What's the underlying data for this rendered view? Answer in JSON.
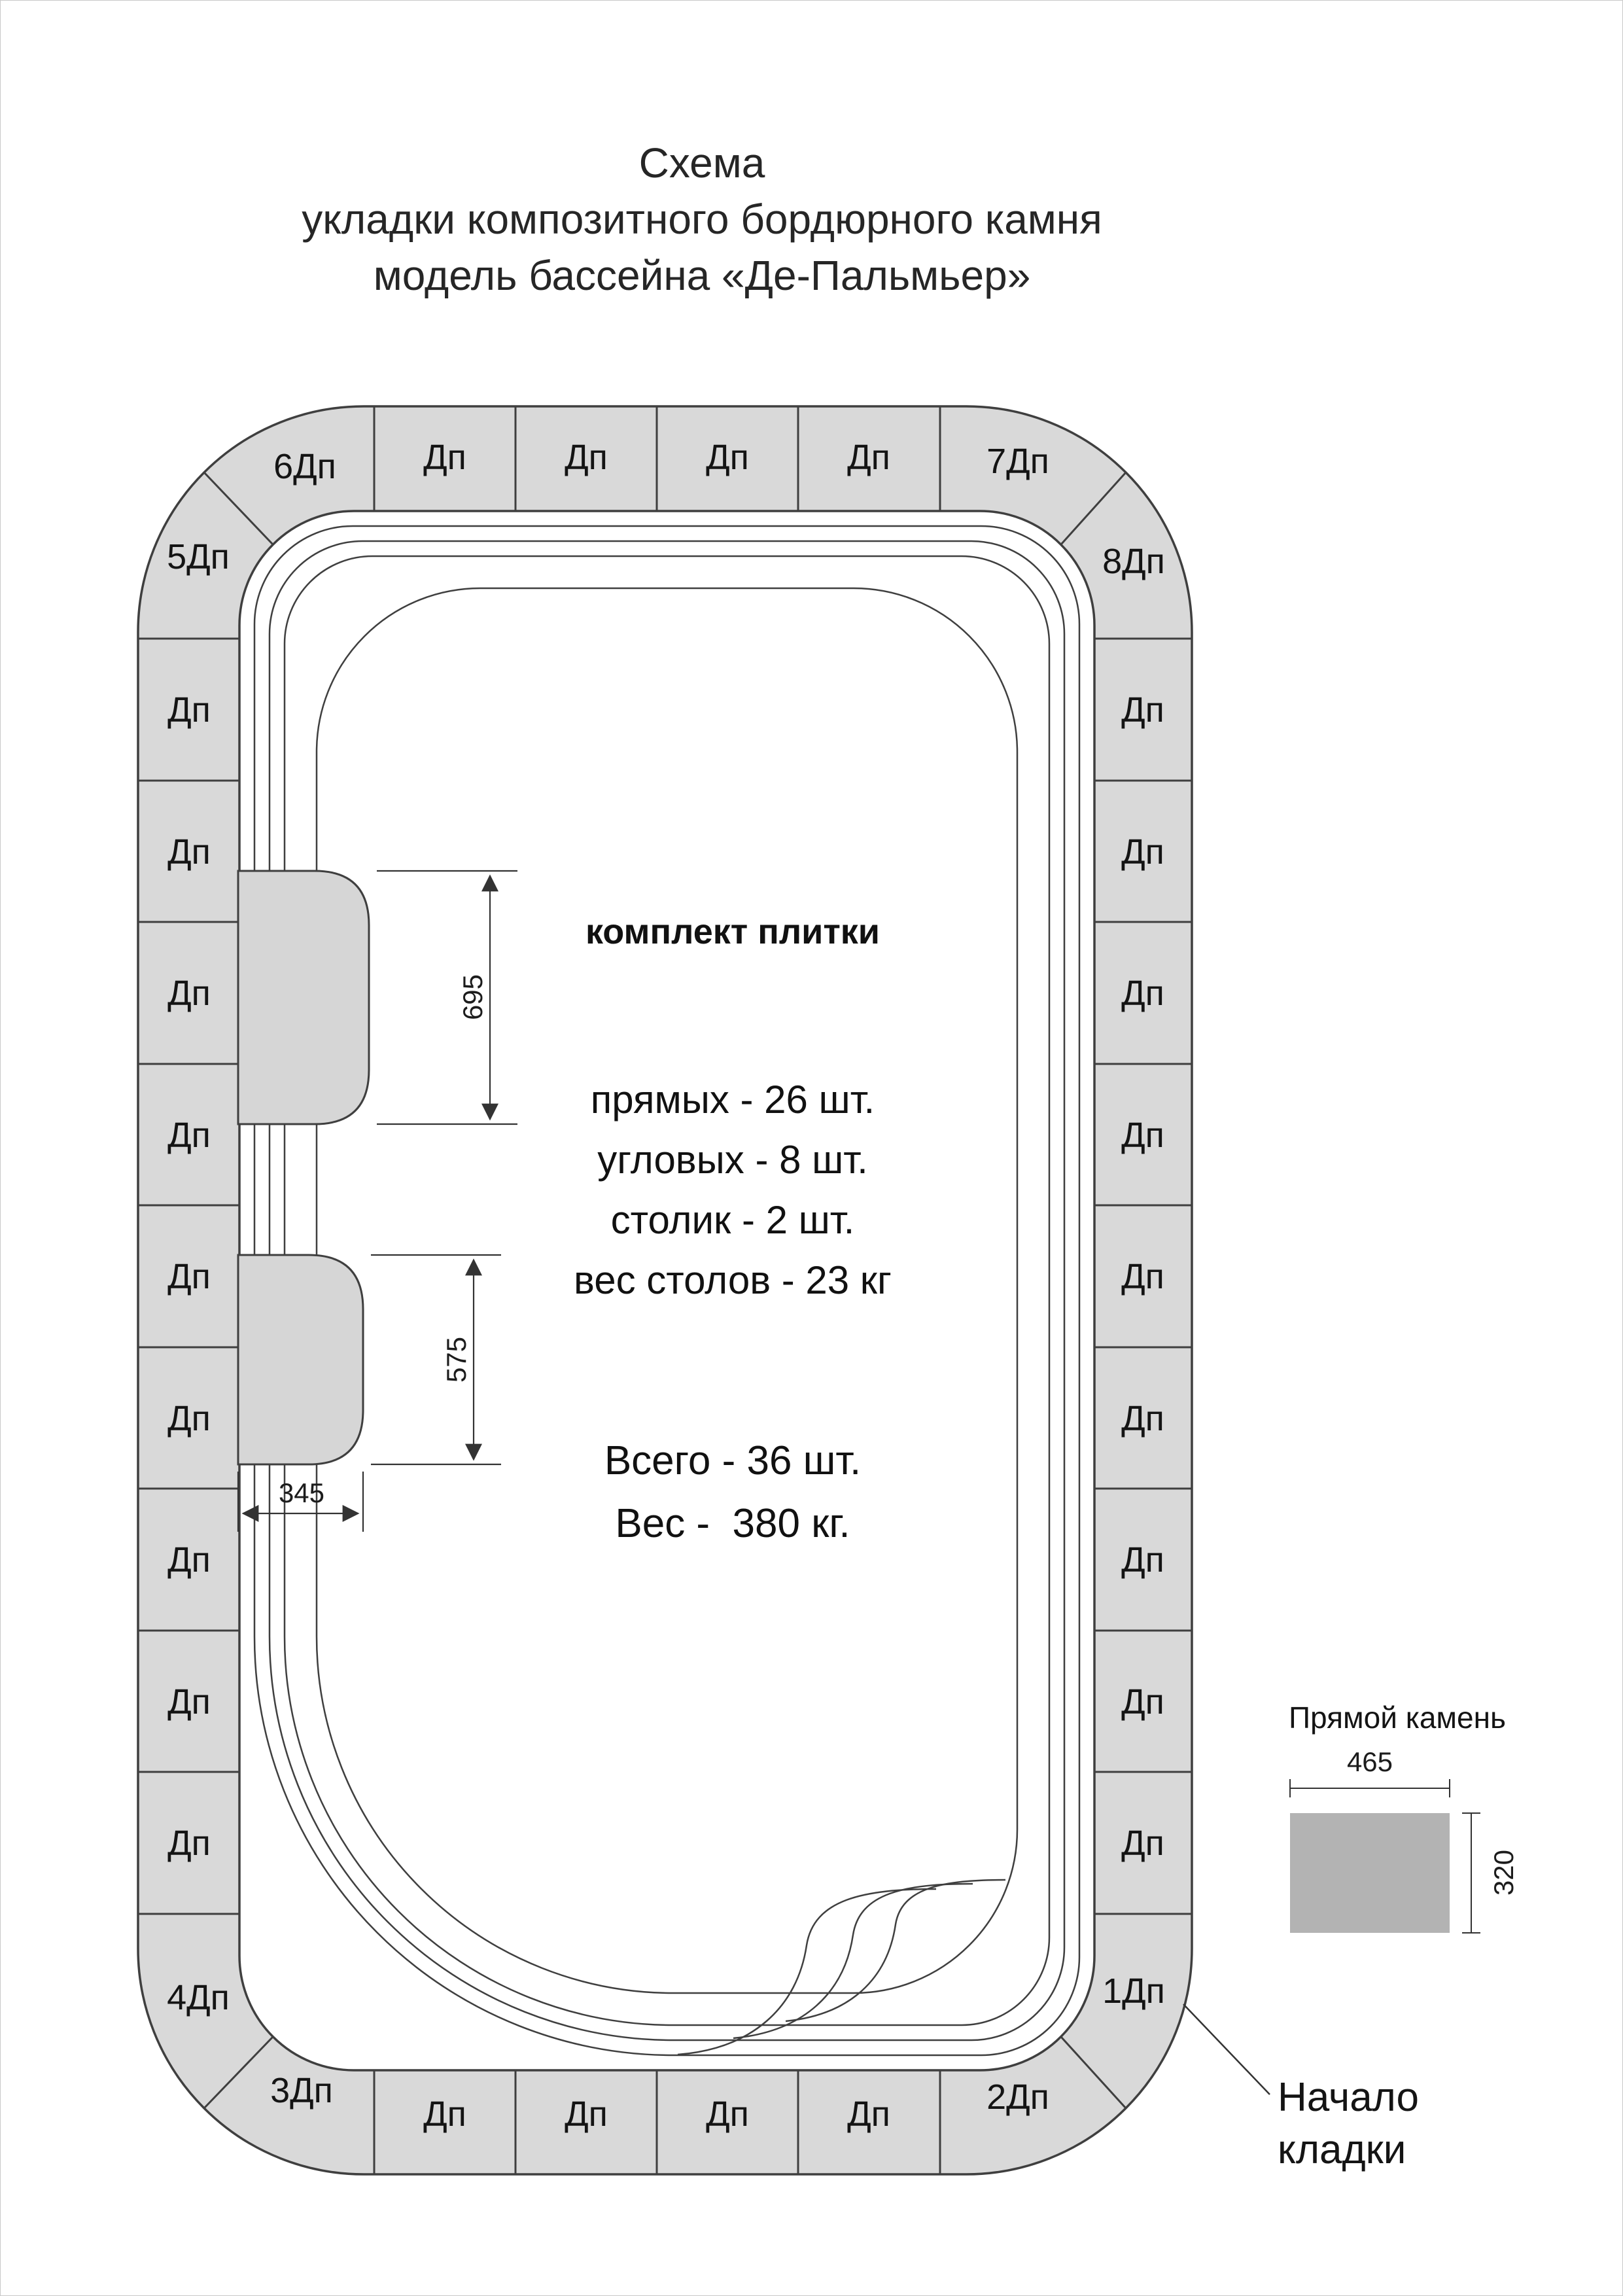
{
  "title": {
    "line1": "Схема",
    "line2": "укладки композитного бордюрного камня",
    "line3": "модель бассейна «Де-Пальмьер»"
  },
  "ring": {
    "straight_label": "Дп",
    "corners": {
      "c1": "1Дп",
      "c2": "2Дп",
      "c3": "3Дп",
      "c4": "4Дп",
      "c5": "5Дп",
      "c6": "6Дп",
      "c7": "7Дп",
      "c8": "8Дп"
    }
  },
  "dimensions": {
    "seat_top_height": "695",
    "seat_bottom_height": "575",
    "seat_width": "345"
  },
  "kit": {
    "heading": "комплект плитки",
    "line1": "прямых - 26 шт.",
    "line2": "угловых - 8 шт.",
    "line3": "столик - 2 шт.",
    "line4": "вес столов - 23 кг",
    "total1": "Всего - 36 шт.",
    "total2": "Вес -  380 кг."
  },
  "legend": {
    "title": "Прямой камень",
    "width": "465",
    "height": "320"
  },
  "note": {
    "line1": "Начало",
    "line2": "кладки"
  },
  "colors": {
    "tile_fill": "#d9d9d9",
    "sample_fill": "#b3b3b3",
    "line": "#3f3f3f"
  }
}
